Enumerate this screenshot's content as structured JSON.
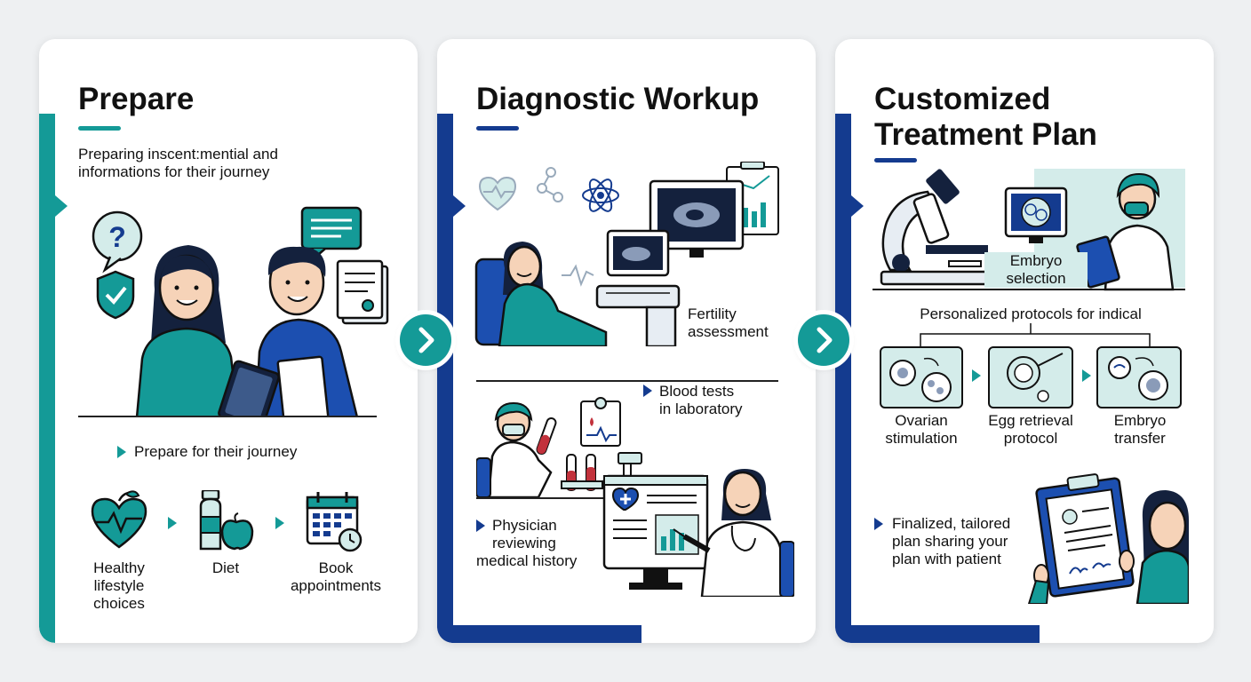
{
  "colors": {
    "teal": "#149a97",
    "navy": "#143b8f",
    "light_teal": "#d4ecea",
    "dark": "#111111"
  },
  "panels": [
    {
      "title": "Prepare",
      "subtitle_line1": "Preparing inscent:mential and",
      "subtitle_line2": "informations for their journey",
      "section": "Prepare for their journey",
      "items": [
        {
          "icon": "heart-apple-icon",
          "line1": "Healthy",
          "line2": "lifestyle",
          "line3": "choices"
        },
        {
          "icon": "diet-bottle-apple-icon",
          "line1": "Diet"
        },
        {
          "icon": "calendar-icon",
          "line1": "Book",
          "line2": "appointments"
        }
      ]
    },
    {
      "title": "Diagnostic Workup",
      "steps": [
        {
          "icon": "ultrasound-icon",
          "line1": "Fertility",
          "line2": "assessment"
        },
        {
          "icon": "lab-test-tubes-icon",
          "line1": "Blood tests",
          "line2": "in laboratory"
        },
        {
          "icon": "medical-record-monitor-icon",
          "line1": "Physician",
          "line2": "reviewing",
          "line3": "medical history"
        }
      ]
    },
    {
      "title_line1": "Customized",
      "title_line2": "Treatment Plan",
      "embryo_line1": "Embryo",
      "embryo_line2": "selection",
      "protocols_heading": "Personalized protocols for indical",
      "protocols": [
        {
          "line1": "Ovarian",
          "line2": "stimulation"
        },
        {
          "line1": "Egg retrieval",
          "line2": "protocol"
        },
        {
          "line1": "Embryo",
          "line2": "transfer"
        }
      ],
      "final_line1": "Finalized, tailored",
      "final_line2": "plan sharing your",
      "final_line3": "plan with patient"
    }
  ]
}
